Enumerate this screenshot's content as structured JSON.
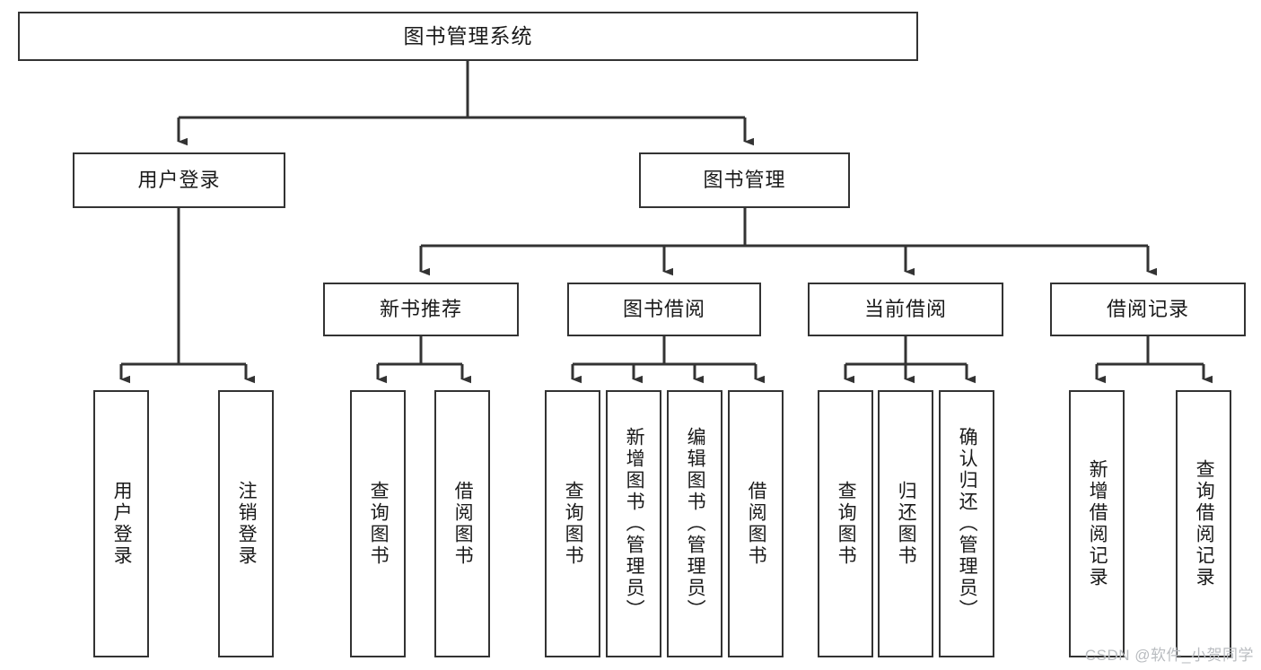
{
  "diagram": {
    "title": "图书管理系统",
    "watermark": "CSDN @软件_小贺同学",
    "stroke_color": "#333333",
    "background_color": "#ffffff",
    "text_color": "#1a1a1a",
    "watermark_color": "#b9bcc0",
    "root": {
      "label": "图书管理系统"
    },
    "level2": [
      {
        "label": "用户登录"
      },
      {
        "label": "图书管理"
      }
    ],
    "level3": [
      {
        "label": "新书推荐"
      },
      {
        "label": "图书借阅"
      },
      {
        "label": "当前借阅"
      },
      {
        "label": "借阅记录"
      }
    ],
    "leaves": [
      {
        "label": "用户登录",
        "parent": "用户登录"
      },
      {
        "label": "注销登录",
        "parent": "用户登录"
      },
      {
        "label": "查询图书",
        "parent": "新书推荐"
      },
      {
        "label": "借阅图书",
        "parent": "新书推荐"
      },
      {
        "label": "查询图书",
        "parent": "图书借阅"
      },
      {
        "label": "新增图书（管理员）",
        "parent": "图书借阅"
      },
      {
        "label": "编辑图书（管理员）",
        "parent": "图书借阅"
      },
      {
        "label": "借阅图书",
        "parent": "图书借阅"
      },
      {
        "label": "查询图书",
        "parent": "当前借阅"
      },
      {
        "label": "归还图书",
        "parent": "当前借阅"
      },
      {
        "label": "确认归还（管理员）",
        "parent": "当前借阅"
      },
      {
        "label": "新增借阅记录",
        "parent": "借阅记录"
      },
      {
        "label": "查询借阅记录",
        "parent": "借阅记录"
      }
    ]
  }
}
